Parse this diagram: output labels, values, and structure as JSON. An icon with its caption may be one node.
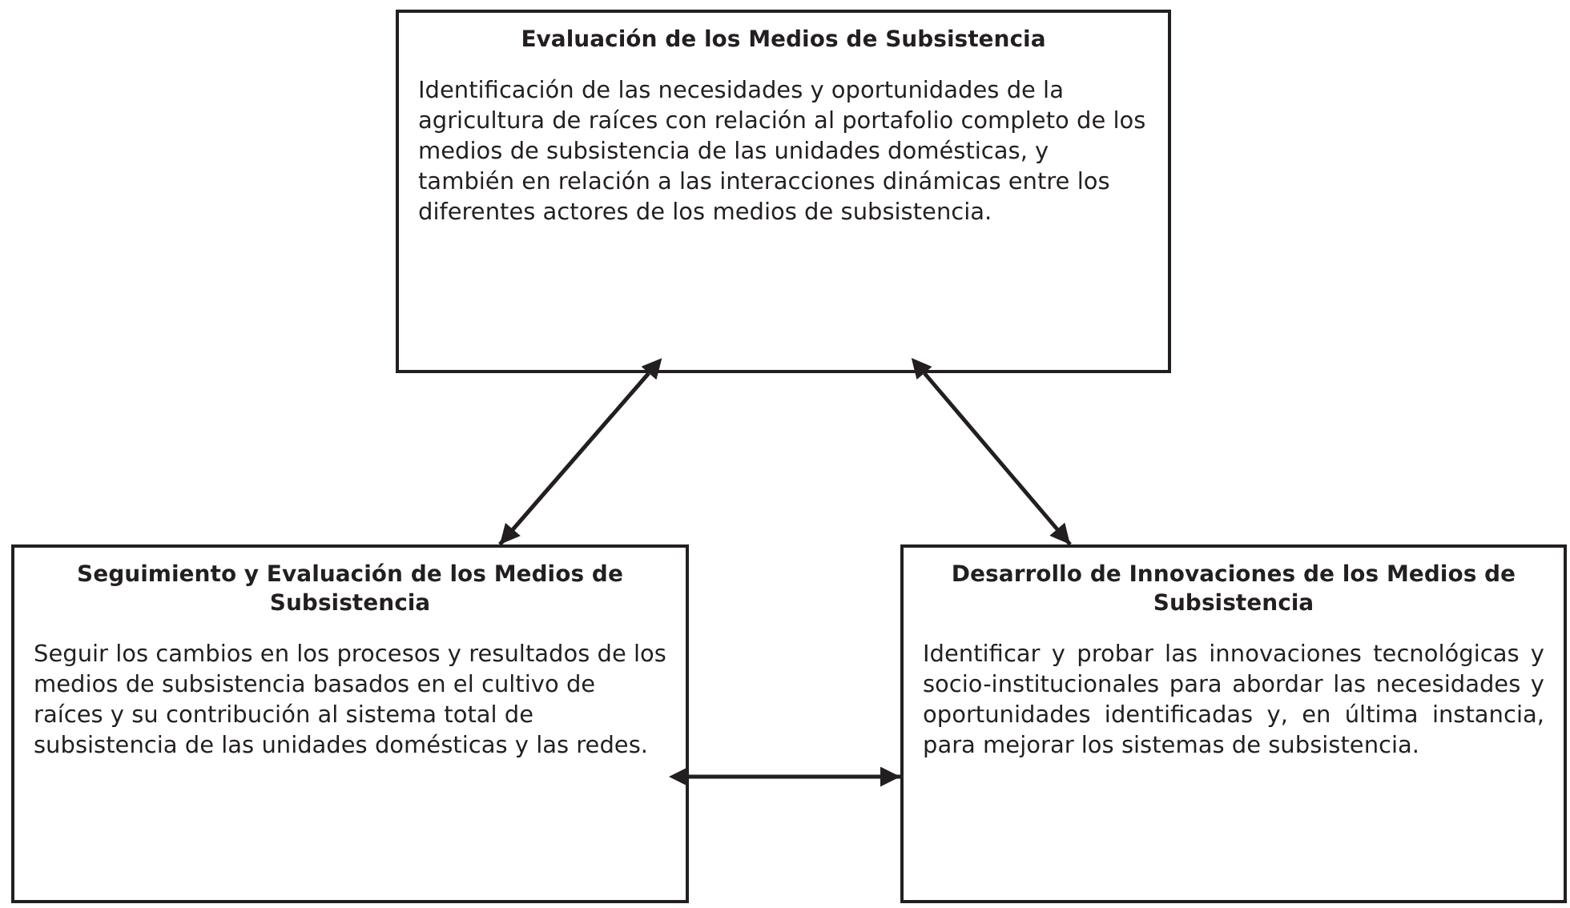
{
  "diagram": {
    "nodes": [
      {
        "text": [
          "Evaluación de los Medios de Subsistencia",
          "Identificación de las necesidades y oportunidades de la agricultura de raíces con relación al portafolio completo de los medios de subsistencia de las unidades domésticas, y también en relación a las interacciones dinámicas entre los diferentes actores de los medios de subsistencia."
        ]
      },
      {
        "text": [
          "Seguimiento y Evaluación de los Medios de Subsistencia",
          "Seguir los cambios en los procesos y resultados de los medios de subsistencia basados en el cultivo de raíces y su contribución al sistema total de subsistencia de las unidades domésticas y las redes."
        ]
      },
      {
        "text": [
          "Desarrollo de Innovaciones de los Medios de Subsistencia",
          "Identificar y probar las innovaciones tecnológicas y socio-institucionales para abordar las necesidades y oportunidades identificadas y, en última instancia, para mejorar los sistemas de subsistencia."
        ]
      }
    ],
    "edges": [
      {
        "from": 0,
        "to": 1,
        "arrow": "both"
      },
      {
        "from": 0,
        "to": 2,
        "arrow": "both"
      },
      {
        "from": 1,
        "to": 2,
        "arrow": "both"
      }
    ]
  }
}
